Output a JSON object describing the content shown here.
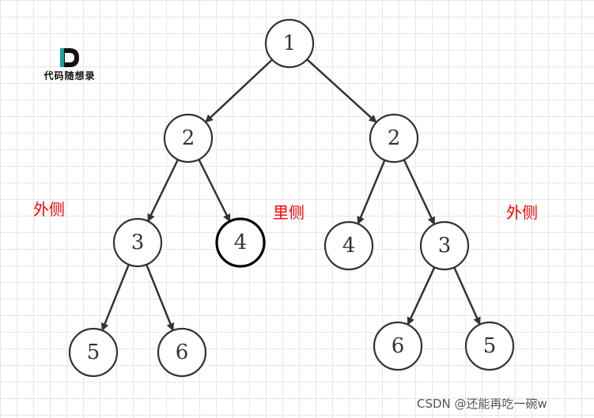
{
  "nodes": [
    {
      "label": "1",
      "bold": false
    },
    {
      "label": "2",
      "bold": false
    },
    {
      "label": "2",
      "bold": false
    },
    {
      "label": "3",
      "bold": false
    },
    {
      "label": "4",
      "bold": true
    },
    {
      "label": "4",
      "bold": false
    },
    {
      "label": "3",
      "bold": false
    },
    {
      "label": "5",
      "bold": false
    },
    {
      "label": "6",
      "bold": false
    },
    {
      "label": "6",
      "bold": false
    },
    {
      "label": "5",
      "bold": false
    }
  ],
  "edges": [
    [
      0,
      1
    ],
    [
      0,
      2
    ],
    [
      1,
      3
    ],
    [
      1,
      4
    ],
    [
      2,
      5
    ],
    [
      2,
      6
    ],
    [
      3,
      7
    ],
    [
      3,
      8
    ],
    [
      6,
      9
    ],
    [
      6,
      10
    ]
  ],
  "labels": {
    "outer_left": "外侧",
    "inner": "里侧",
    "outer_right": "外侧"
  },
  "logo": {
    "mark": "D",
    "text": "代码随想录"
  },
  "watermark": "CSDN @还能再吃一碗w",
  "colors": {
    "label_red": "#ff0000",
    "stroke": "#333333",
    "grid": "#e6e6e6",
    "logo_teal": "#18a0a8"
  }
}
